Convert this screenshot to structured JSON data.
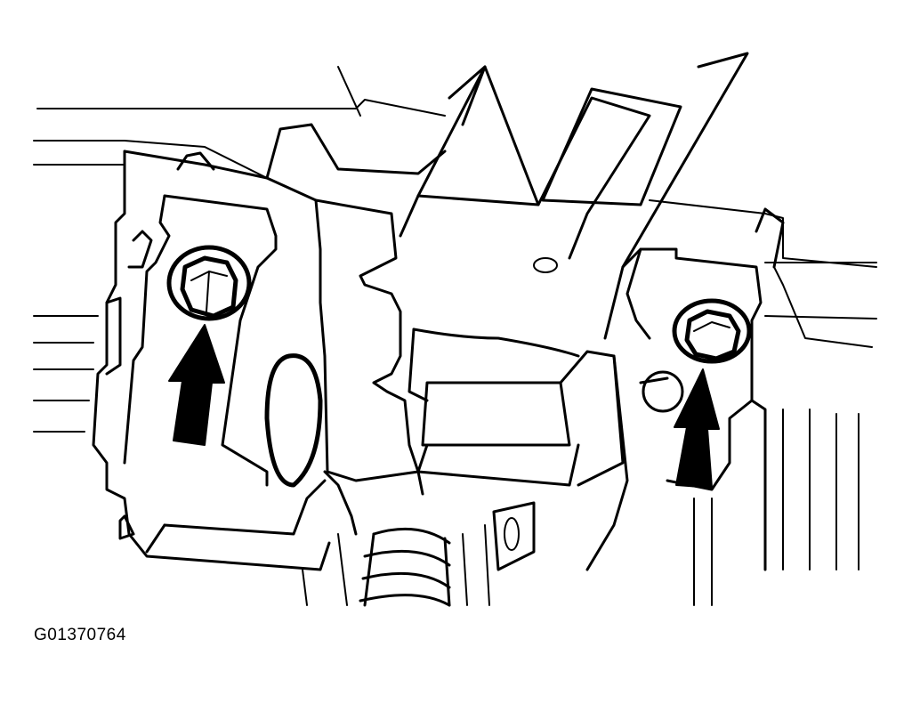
{
  "figure": {
    "id_label": "G01370764",
    "callouts": [
      {
        "name": "left-mounting-bolt",
        "arrow": "left-arrow"
      },
      {
        "name": "right-mounting-bolt",
        "arrow": "right-arrow"
      }
    ]
  }
}
